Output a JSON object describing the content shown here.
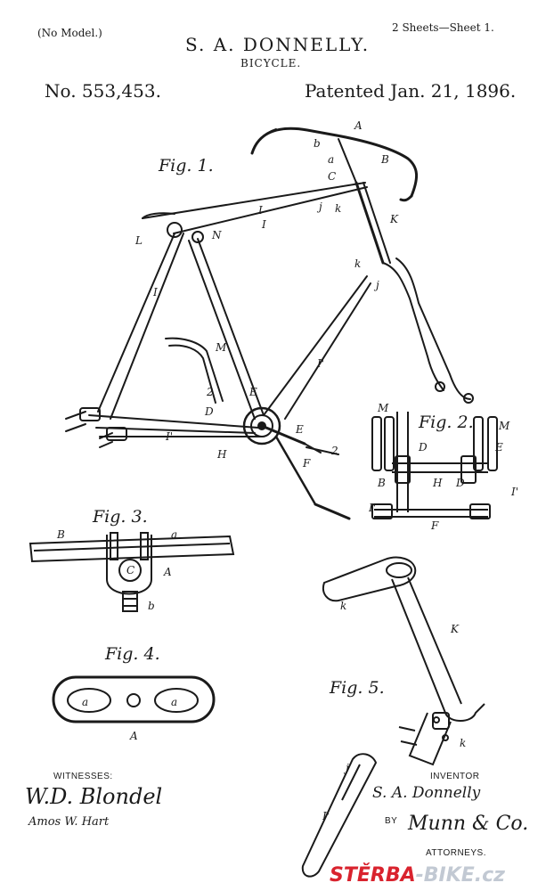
{
  "header": {
    "no_model": "(No Model.)",
    "sheets": "2 Sheets—Sheet 1.",
    "inventor_name": "S. A. DONNELLY.",
    "invention_title": "BICYCLE.",
    "patent_number": "No. 553,453.",
    "patent_date": "Patented Jan. 21, 1896."
  },
  "figures": {
    "fig1": "Fig. 1.",
    "fig2": "Fig. 2.",
    "fig3": "Fig. 3.",
    "fig4": "Fig. 4.",
    "fig5": "Fig. 5."
  },
  "labels": {
    "A": "A",
    "a": "a",
    "b": "b",
    "B": "B",
    "C": "C",
    "D": "D",
    "E": "E",
    "F": "F",
    "H": "H",
    "I": "I",
    "I_prime": "I'",
    "j": "j",
    "k": "k",
    "K": "K",
    "L": "L",
    "M": "M",
    "N": "N",
    "two": "2"
  },
  "footer": {
    "witnesses": "WITNESSES:",
    "witness_1": "W.D. Blondel",
    "witness_2": "Amos W. Hart",
    "inventor_label": "INVENTOR",
    "inventor_signature": "S. A. Donnelly",
    "by": "BY",
    "attorney_signature": "Munn & Co.",
    "attorneys_label": "ATTORNEYS."
  },
  "watermark": {
    "part1": "STĚRBA",
    "part2": "-BIKE.cz",
    "colors": {
      "primary": "#d9232e",
      "secondary": "#c2c9d3"
    }
  }
}
